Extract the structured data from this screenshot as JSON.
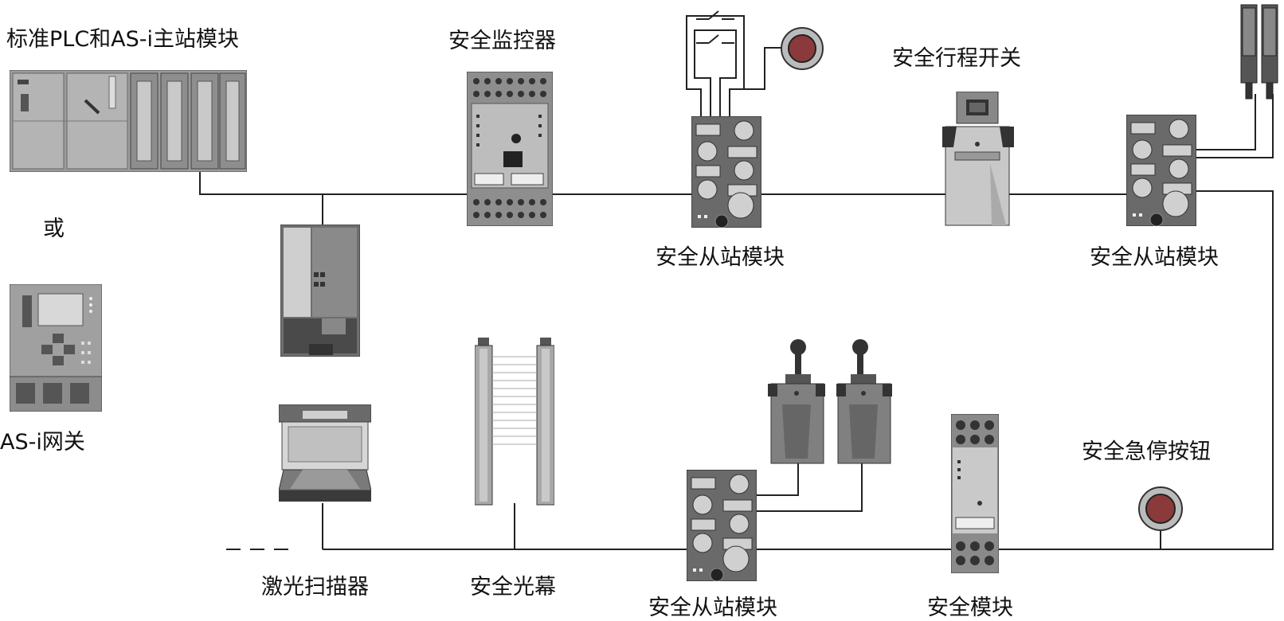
{
  "labels": {
    "plc": "标准PLC和AS-i主站模块",
    "or": "或",
    "gateway": "AS-i网关",
    "monitor": "安全监控器",
    "slave_top1": "安全从站模块",
    "travel_switch": "安全行程开关",
    "slave_top2": "安全从站模块",
    "scanner": "激光扫描器",
    "light_curtain": "安全光幕",
    "slave_bottom": "安全从站模块",
    "safety_module": "安全模块",
    "estop": "安全急停按钮"
  },
  "colors": {
    "wire": "#222222",
    "device_body": "#a9a9a9",
    "device_dark": "#555555",
    "device_light": "#d6d6d6",
    "estop_red": "#8a3a3a"
  }
}
